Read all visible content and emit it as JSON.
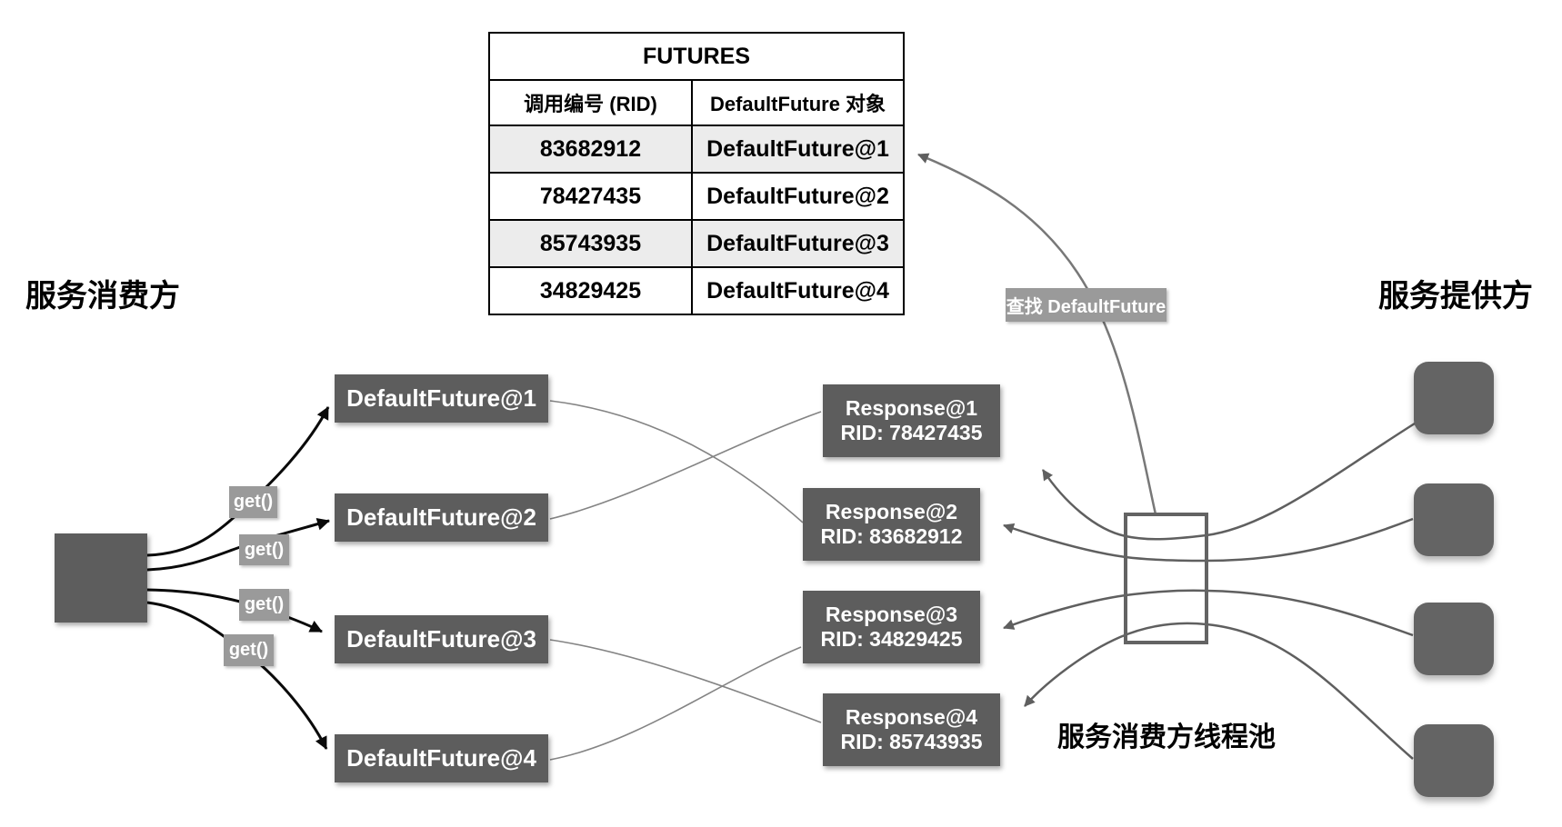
{
  "titles": {
    "consumer": "服务消费方",
    "provider": "服务提供方",
    "thread_pool": "服务消费方线程池",
    "lookup": "查找 DefaultFuture",
    "get": "get()"
  },
  "futures_table": {
    "title": "FUTURES",
    "columns": [
      "调用编号 (RID)",
      "DefaultFuture 对象"
    ],
    "rows": [
      {
        "rid": "83682912",
        "future": "DefaultFuture@1"
      },
      {
        "rid": "78427435",
        "future": "DefaultFuture@2"
      },
      {
        "rid": "85743935",
        "future": "DefaultFuture@3"
      },
      {
        "rid": "34829425",
        "future": "DefaultFuture@4"
      }
    ]
  },
  "future_boxes": [
    "DefaultFuture@1",
    "DefaultFuture@2",
    "DefaultFuture@3",
    "DefaultFuture@4"
  ],
  "response_boxes": [
    {
      "name": "Response@1",
      "rid": "RID: 78427435"
    },
    {
      "name": "Response@2",
      "rid": "RID: 83682912"
    },
    {
      "name": "Response@3",
      "rid": "RID: 34829425"
    },
    {
      "name": "Response@4",
      "rid": "RID: 85743935"
    }
  ],
  "colors": {
    "node_dark": "#5d5d5d",
    "provider_node": "#646464",
    "label_gray": "#9a9a9a",
    "table_row_shade": "#ececec",
    "connector_gray": "#5f5f5f",
    "thin_line_gray": "#848484",
    "consumer_arrow_black": "#0a0a0a"
  }
}
